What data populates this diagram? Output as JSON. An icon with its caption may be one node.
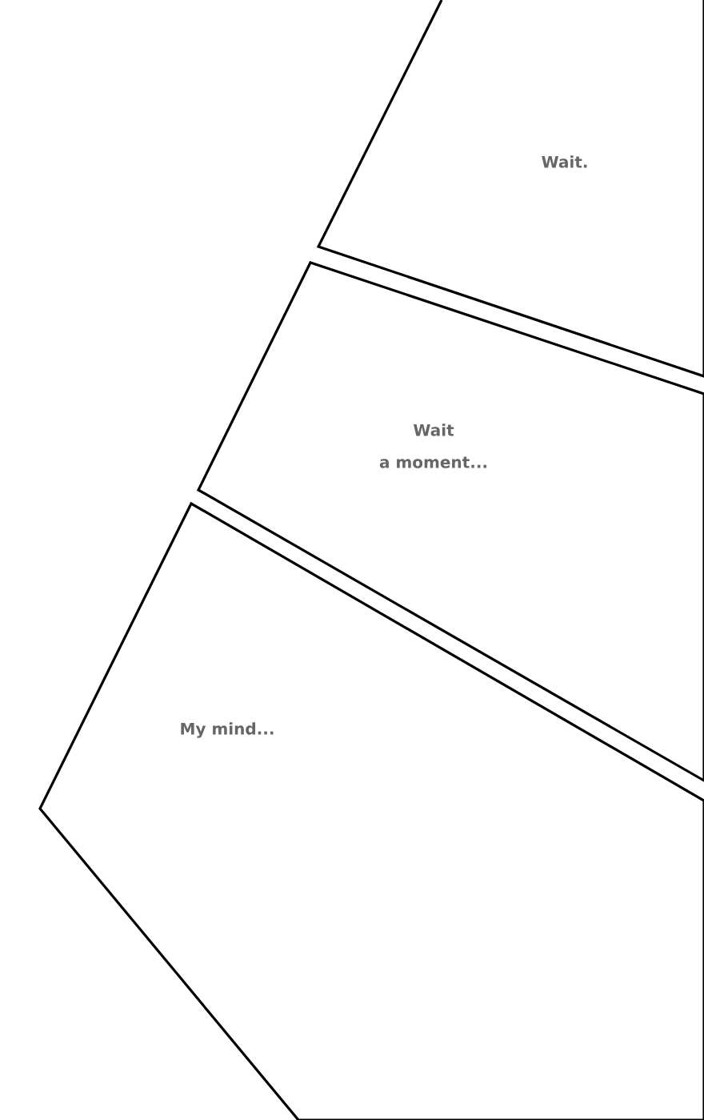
{
  "diagram": {
    "nodes": [
      {
        "text": [
          "Wait."
        ]
      },
      {
        "text": [
          "Wait",
          "a moment..."
        ]
      },
      {
        "text": [
          "My mind..."
        ]
      }
    ]
  }
}
